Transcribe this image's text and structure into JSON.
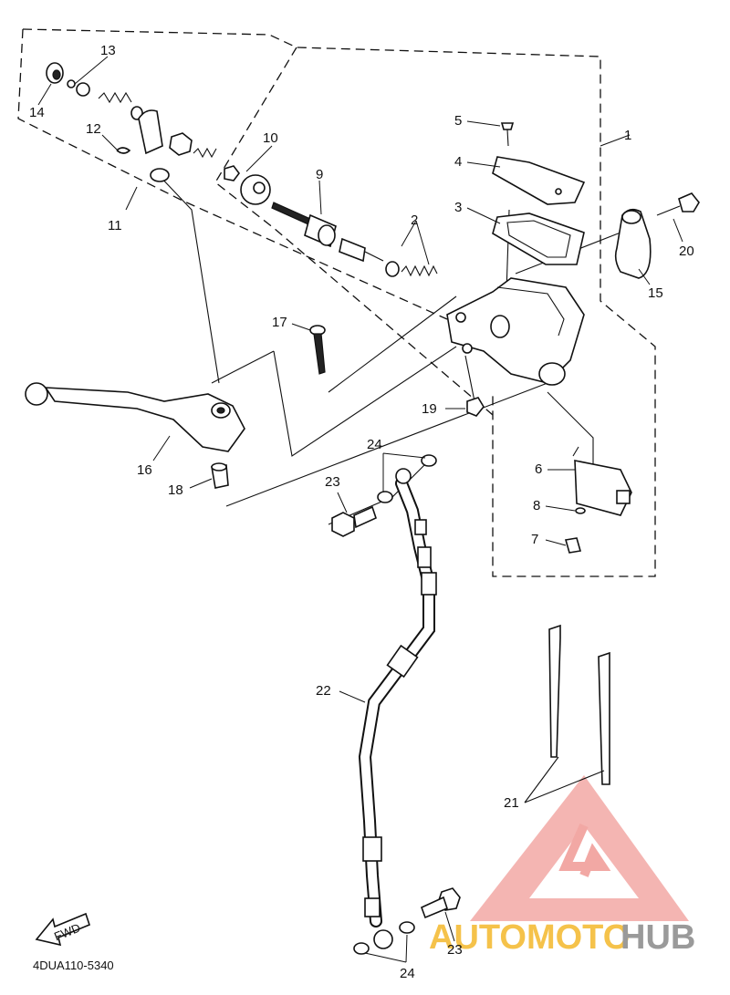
{
  "diagram": {
    "part_labels": [
      "1",
      "2",
      "3",
      "4",
      "5",
      "6",
      "7",
      "8",
      "9",
      "10",
      "11",
      "12",
      "13",
      "14",
      "15",
      "16",
      "17",
      "18",
      "19",
      "20",
      "21",
      "22",
      "23",
      "24",
      "23",
      "24"
    ],
    "catalog_code": "4DUA110-5340",
    "fwd_label": "FWD"
  },
  "watermark": {
    "text_a": "AUTOMOTO",
    "text_b": "HUB",
    "colors": {
      "triangle": "#f2a8a4",
      "text_a": "#f5c24a",
      "text_b": "#9a9a9a"
    }
  }
}
